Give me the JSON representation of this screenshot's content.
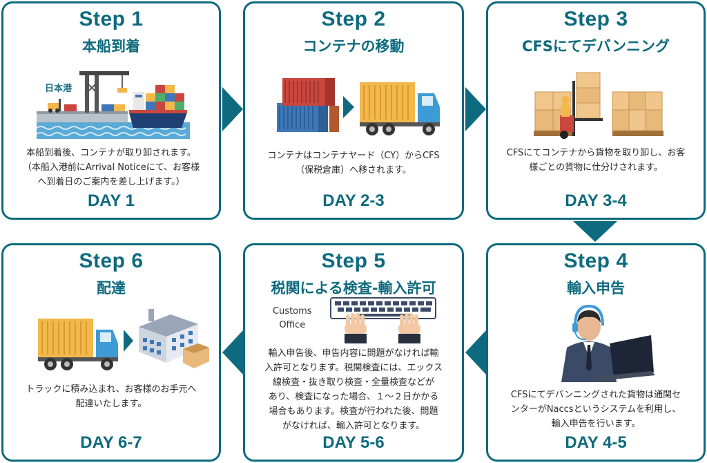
{
  "steps": [
    {
      "step": "Step 1",
      "title": "本船到着",
      "desc": [
        "本船到着後、コンテナが取り卸されます。",
        "（本船入港前にArrival Noticeにて、お客様",
        "へ到着日のご案内を差し上げます。）"
      ],
      "day": "DAY 1",
      "extra_label": "日本港"
    },
    {
      "step": "Step 2",
      "title": "コンテナの移動",
      "desc": [
        "コンテナはコンテナヤード（CY）からCFS",
        "（保税倉庫）へ移されます。"
      ],
      "day": "DAY 2-3"
    },
    {
      "step": "Step 3",
      "title": "CFSにてデバンニング",
      "desc": [
        "CFSにてコンテナから貨物を取り卸し、お客",
        "様ごとの貨物に仕分けされます。"
      ],
      "day": "DAY 3-4"
    },
    {
      "step": "Step 4",
      "title": "輸入申告",
      "desc": [
        "CFSにてデバンニングされた貨物は通関セ",
        "ンターがNaccsというシステムを利用し、",
        "輸入申告を行います。"
      ],
      "day": "DAY 4-5"
    },
    {
      "step": "Step 5",
      "title": "税関による検査-輸入許可",
      "desc": [
        "輸入申告後、申告内容に問題がなければ輸",
        "入許可となります。税関検査には、エックス",
        "線検査・抜き取り検査・全量検査などが",
        "あり、検査になった場合、１～２日かかる",
        "場合もあります。検査が行われた後、問題",
        "がなければ、輸入許可となります。"
      ],
      "day": "DAY 5-6",
      "extra_label": [
        "Customs",
        "Office"
      ]
    },
    {
      "step": "Step 6",
      "title": "配達",
      "desc": [
        "トラックに積み込まれ、お客様のお手元へ",
        "配達いたします。"
      ],
      "day": "DAY 6-7"
    }
  ],
  "colors": {
    "accent": "#0e6a7e",
    "container_orange": "#f2b84b",
    "container_red": "#c9473e",
    "container_blue": "#3f78b8",
    "truck_blue": "#3d9bd6"
  }
}
